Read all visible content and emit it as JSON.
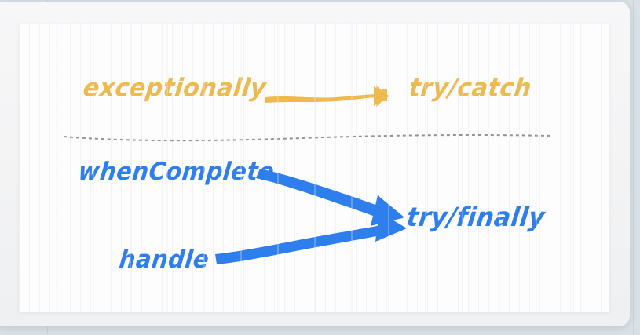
{
  "slide": {
    "title": "exceptionally / whenComplete / handle mapping to try-catch and try-finally",
    "canvas_background": "#fdfdfd",
    "shell_background": "#f4f4f5",
    "backdrop_color": "#d9e1e6"
  },
  "palette": {
    "amber": "#EEB94F",
    "blue": "#2E7EEE",
    "divider_gray": "#7c8088"
  },
  "groups": [
    {
      "name": "exception-group",
      "color": "#EEB94F",
      "sources": [
        "exceptionally"
      ],
      "target": "try/catch"
    },
    {
      "name": "finally-group",
      "color": "#2E7EEE",
      "sources": [
        "whenComplete",
        "handle"
      ],
      "target": "try/finally"
    }
  ],
  "labels": {
    "exceptionally": "exceptionally",
    "try_catch": "try/catch",
    "when_complete": "whenComplete",
    "handle": "handle",
    "try_finally": "try/finally"
  },
  "arrows": [
    {
      "name": "exceptionally-to-try-catch",
      "color": "#EEB94F",
      "from": "exceptionally",
      "to": "try/catch",
      "style": "straight-wavy"
    },
    {
      "name": "when-complete-to-try-finally",
      "color": "#2E7EEE",
      "from": "whenComplete",
      "to": "try/finally",
      "style": "down-right"
    },
    {
      "name": "handle-to-try-finally",
      "color": "#2E7EEE",
      "from": "handle",
      "to": "try/finally",
      "style": "up-right"
    }
  ],
  "divider": {
    "name": "dashed-divider",
    "style": "dashed",
    "color": "#7c8088"
  }
}
